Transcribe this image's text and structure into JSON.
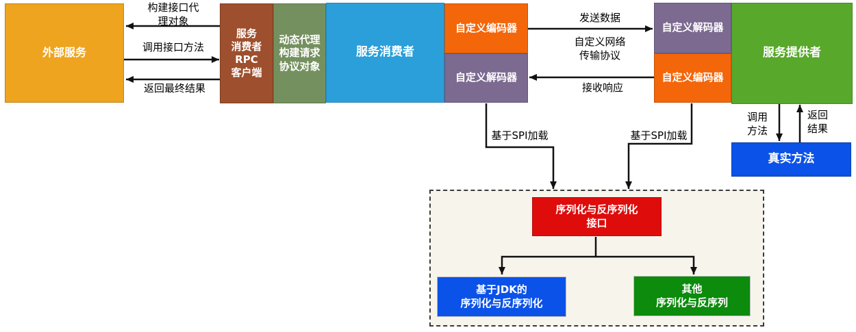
{
  "diagram": {
    "boxes": {
      "external_service": "外部服务",
      "rpc_client": "服务\n消费者\nRPC\n客户端",
      "dynamic_proxy": "动态代理\n构建请求\n协议对象",
      "service_consumer": "服务消费者",
      "consumer_encoder": "自定义编码器",
      "consumer_decoder": "自定义解码器",
      "provider_decoder": "自定义解码器",
      "provider_encoder": "自定义编码器",
      "service_provider": "服务提供者",
      "real_method": "真实方法",
      "serialization_interface": "序列化与反序列化\n接口",
      "jdk_serialization": "基于JDK的\n序列化与反序列化",
      "other_serialization": "其他\n序列化与反序列"
    },
    "arrow_labels": {
      "build_proxy": "构建接口代\n理对象",
      "call_interface": "调用接口方法",
      "return_final": "返回最终结果",
      "send_data": "发送数据",
      "network_protocol": "自定义网络\n传输协议",
      "receive_response": "接收响应",
      "spi_load_left": "基于SPI加载",
      "spi_load_right": "基于SPI加载",
      "call_method": "调用\n方法",
      "return_result": "返回\n结果"
    },
    "colors": {
      "amber": "#EEA41F",
      "brown": "#9E4F2D",
      "olive_green": "#75905F",
      "sky_blue": "#2B9FD9",
      "orange": "#F4660A",
      "purple": "#7C6A90",
      "green": "#58A82B",
      "vivid_blue": "#0B52E8",
      "red": "#DF0C0C",
      "dark_green": "#0C8B0C",
      "panel_cream": "#F7F4EC",
      "arrow_black": "#111111"
    }
  }
}
